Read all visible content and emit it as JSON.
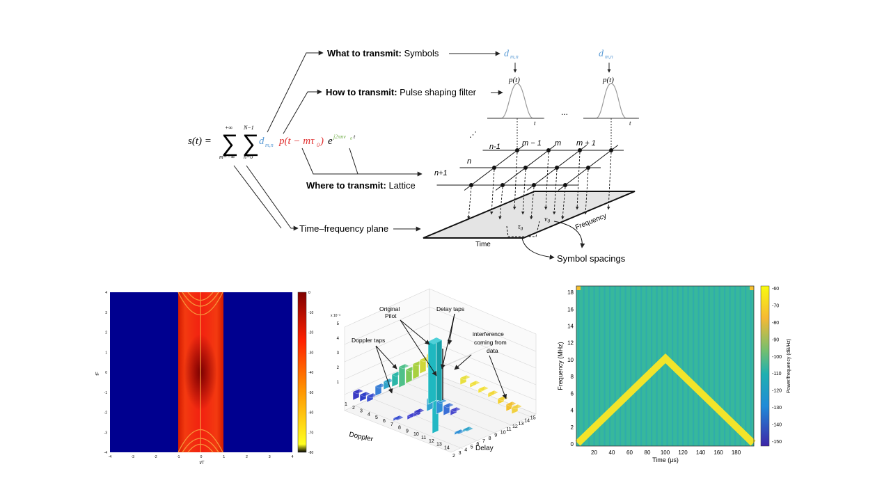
{
  "equation": {
    "lhs": "s(t) =",
    "sum1_top": "+∞",
    "sum1_bottom": "m=−∞",
    "sum2_top": "N−1",
    "sum2_bottom": "n=0",
    "d_term": "d",
    "d_sub": "m,n",
    "p_term": "p(t − mτ",
    "p_sub": "0",
    "p_close": ")",
    "exp_base": "e",
    "exp_pow": "j2πnν",
    "exp_sub": "0",
    "exp_t": "t"
  },
  "labels": {
    "what_bold": "What to transmit:",
    "what_rest": " Symbols",
    "how_bold": "How to transmit:",
    "how_rest": " Pulse shaping filter",
    "where_bold": "Where to transmit:",
    "where_rest": " Lattice",
    "tf_plane": "Time–frequency plane",
    "symbol_spacings": "Symbol spacings",
    "time": "Time",
    "frequency": "Frequency",
    "tau": "τ",
    "tau_sub": "0",
    "nu": "ν",
    "nu_sub": "0",
    "ellipsis": "...",
    "ellipsis2": "⋰",
    "pulse": "p(t)",
    "t": "t",
    "d_sym": "d",
    "d_sym_sub": "m,n",
    "col_m_minus": "m − 1",
    "col_m": "m",
    "col_m_plus": "m + 1",
    "row_n_minus": "n-1",
    "row_n": "n",
    "row_n_plus": "n+1"
  },
  "colors": {
    "d_blue": "#5b9bd5",
    "p_red": "#e03030",
    "exp_green": "#70ad47",
    "dark_blue": "#00008f",
    "yellow": "#f5e02a",
    "teal": "#3cb4a0"
  },
  "panel1": {
    "ylabel": "fF",
    "xlabel": "t/T",
    "xticks": [
      "-4",
      "-3",
      "-2",
      "-1",
      "0",
      "1",
      "2",
      "3",
      "4"
    ],
    "yticks": [
      "4",
      "3",
      "2",
      "1",
      "0",
      "-1",
      "-2",
      "-3",
      "-4"
    ],
    "cbar_ticks": [
      "0",
      "-10",
      "-20",
      "-30",
      "-40",
      "-50",
      "-60",
      "-70",
      "-80"
    ]
  },
  "panel2": {
    "scale": "x 10⁻³",
    "zticks": [
      "5",
      "4",
      "3",
      "2",
      "1"
    ],
    "doppler_label": "Doppler",
    "delay_label": "Delay",
    "doppler_ticks": [
      "1",
      "2",
      "3",
      "4",
      "5",
      "6",
      "7",
      "8",
      "9",
      "10",
      "11",
      "12",
      "13",
      "14"
    ],
    "delay_ticks": [
      "2",
      "3",
      "4",
      "5",
      "6",
      "7",
      "8",
      "9",
      "10",
      "11",
      "12",
      "13",
      "14",
      "15"
    ],
    "ann_original": "Original",
    "ann_pilot": "Pilot",
    "ann_delay": "Delay taps",
    "ann_doppler": "Doppler taps",
    "ann_interf1": "interference",
    "ann_interf2": "coming from",
    "ann_interf3": "data"
  },
  "panel3": {
    "ylabel": "Frequency (MHz)",
    "xlabel": "Time (μs)",
    "cbar_label": "Power/frequency (dB/Hz)",
    "xticks": [
      "20",
      "40",
      "60",
      "80",
      "100",
      "120",
      "140",
      "160",
      "180"
    ],
    "yticks": [
      "0",
      "2",
      "4",
      "6",
      "8",
      "10",
      "12",
      "14",
      "16",
      "18"
    ],
    "cbar_ticks": [
      "-60",
      "-70",
      "-80",
      "-90",
      "-100",
      "-110",
      "-120",
      "-130",
      "-140",
      "-150"
    ]
  }
}
